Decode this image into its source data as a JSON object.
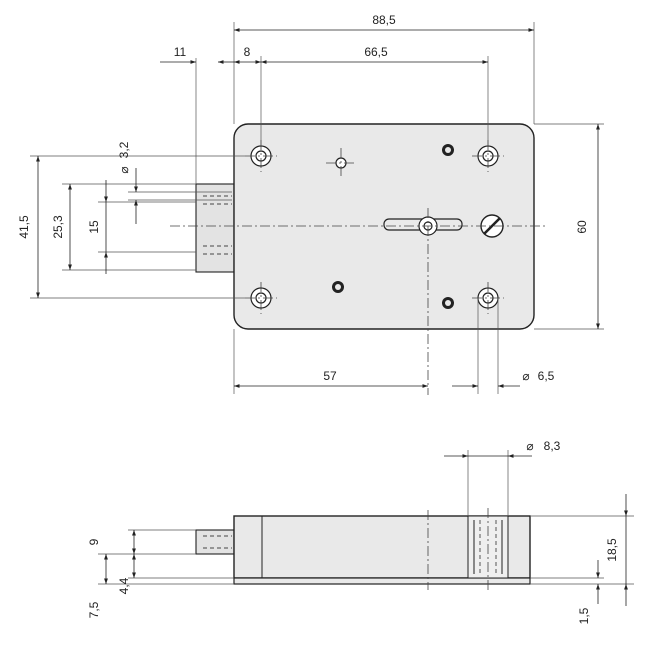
{
  "top_view": {
    "dims": {
      "overall_width": "88,5",
      "bolt_projection": "11",
      "edge_to_hole": "8",
      "hole_spacing": "66,5",
      "hole_dia": "3,2",
      "height_outer": "41,5",
      "height_mid": "25,3",
      "bolt_width": "15",
      "body_height": "60",
      "edge_to_keyhole": "57",
      "mount_hole_dia": "6,5"
    }
  },
  "side_view": {
    "dims": {
      "key_dia": "8,3",
      "bolt_thickness": "9",
      "base_offset": "7,5",
      "bolt_offset": "4,4",
      "body_thickness": "18,5",
      "plate_thickness": "1,5"
    }
  },
  "symbols": {
    "diameter": "⌀"
  }
}
